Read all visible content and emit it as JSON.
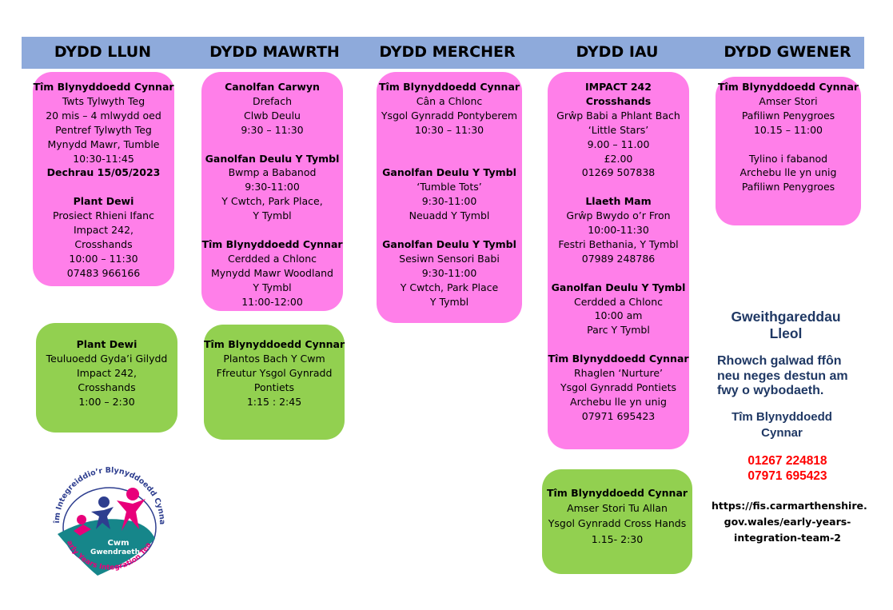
{
  "days": [
    "DYDD LLUN",
    "DYDD MAWRTH",
    "DYDD MERCHER",
    "DYDD IAU",
    "DYDD GWENER"
  ],
  "boxes": {
    "mon_pink": [
      {
        "t": "Tîm Blynyddoedd Cynnar",
        "b": true
      },
      {
        "t": "Twts Tylwyth Teg"
      },
      {
        "t": "20 mis – 4 mlwydd oed"
      },
      {
        "t": "Pentref Tylwyth Teg"
      },
      {
        "t": "Mynydd Mawr, Tumble"
      },
      {
        "t": "10:30-11:45"
      },
      {
        "t": "Dechrau 15/05/2023",
        "b": true
      },
      {
        "t": ""
      },
      {
        "t": "Plant Dewi",
        "b": true
      },
      {
        "t": "Prosiect Rhieni Ifanc"
      },
      {
        "t": "Impact 242,"
      },
      {
        "t": "Crosshands"
      },
      {
        "t": "10:00 – 11:30"
      },
      {
        "t": "07483 966166"
      }
    ],
    "mon_green": [
      {
        "t": "Plant Dewi",
        "b": true
      },
      {
        "t": "Teuluoedd Gyda’i Gilydd"
      },
      {
        "t": "Impact 242,"
      },
      {
        "t": "Crosshands"
      },
      {
        "t": "1:00 – 2:30"
      }
    ],
    "tue_pink": [
      {
        "t": "Canolfan Carwyn",
        "b": true
      },
      {
        "t": "Drefach"
      },
      {
        "t": "Clwb Deulu"
      },
      {
        "t": "9:30 – 11:30"
      },
      {
        "t": ""
      },
      {
        "t": "Ganolfan Deulu Y Tymbl",
        "b": true
      },
      {
        "t": "Bwmp a Babanod"
      },
      {
        "t": "9:30-11:00"
      },
      {
        "t": "Y Cwtch, Park Place,"
      },
      {
        "t": "Y Tymbl"
      },
      {
        "t": ""
      },
      {
        "t": "Tîm Blynyddoedd Cynnar",
        "b": true
      },
      {
        "t": "Cerdded a Chlonc"
      },
      {
        "t": "Mynydd Mawr Woodland"
      },
      {
        "t": "Y Tymbl"
      },
      {
        "t": "11:00-12:00"
      }
    ],
    "tue_green": [
      {
        "t": "Tîm Blynyddoedd Cynnar",
        "b": true
      },
      {
        "t": "Plantos Bach Y Cwm"
      },
      {
        "t": "Ffreutur Ysgol Gynradd"
      },
      {
        "t": "Pontiets"
      },
      {
        "t": "1:15 : 2:45"
      }
    ],
    "wed_pink": [
      {
        "t": "Tîm Blynyddoedd Cynnar",
        "b": true
      },
      {
        "t": "Cân a Chlonc"
      },
      {
        "t": "Ysgol Gynradd Pontyberem"
      },
      {
        "t": "10:30 – 11:30"
      },
      {
        "t": ""
      },
      {
        "t": ""
      },
      {
        "t": "Ganolfan Deulu Y Tymbl",
        "b": true
      },
      {
        "t": "‘Tumble Tots’"
      },
      {
        "t": "9:30-11:00"
      },
      {
        "t": "Neuadd Y Tymbl"
      },
      {
        "t": ""
      },
      {
        "t": "Ganolfan Deulu Y Tymbl",
        "b": true
      },
      {
        "t": "Sesiwn Sensori Babi"
      },
      {
        "t": "9:30-11:00"
      },
      {
        "t": "Y Cwtch, Park Place"
      },
      {
        "t": "Y Tymbl"
      }
    ],
    "thu_pink": [
      {
        "t": "IMPACT 242",
        "b": true
      },
      {
        "t": "Crosshands",
        "b": true
      },
      {
        "t": "Grŵp Babi a Phlant Bach"
      },
      {
        "t": "‘Little Stars’"
      },
      {
        "t": "9.00 – 11.00"
      },
      {
        "t": "£2.00"
      },
      {
        "t": "01269 507838"
      },
      {
        "t": ""
      },
      {
        "t": "Llaeth Mam",
        "b": true
      },
      {
        "t": "Grŵp Bwydo o’r Fron"
      },
      {
        "t": "10:00-11:30"
      },
      {
        "t": "Festri Bethania, Y Tymbl"
      },
      {
        "t": "07989 248786"
      },
      {
        "t": ""
      },
      {
        "t": "Ganolfan Deulu Y Tymbl",
        "b": true
      },
      {
        "t": "Cerdded a Chlonc"
      },
      {
        "t": "10:00 am"
      },
      {
        "t": "Parc Y Tymbl"
      },
      {
        "t": ""
      },
      {
        "t": "Tîm Blynyddoedd Cynnar",
        "b": true
      },
      {
        "t": "Rhaglen ‘Nurture’"
      },
      {
        "t": "Ysgol Gynradd Pontiets"
      },
      {
        "t": "Archebu lle yn unig"
      },
      {
        "t": "07971 695423"
      }
    ],
    "thu_green": [
      {
        "t": "Tîm Blynyddoedd Cynnar",
        "b": true
      },
      {
        "t": "Amser Stori Tu Allan"
      },
      {
        "t": "Ysgol Gynradd Cross Hands"
      },
      {
        "t": "1.15- 2:30"
      }
    ],
    "fri_pink": [
      {
        "t": "Tîm Blynyddoedd Cynnar",
        "b": true
      },
      {
        "t": "Amser Stori"
      },
      {
        "t": "Pafiliwn Penygroes"
      },
      {
        "t": "10.15 – 11:00"
      },
      {
        "t": ""
      },
      {
        "t": "Tylino i fabanod"
      },
      {
        "t": "Archebu lle yn unig"
      },
      {
        "t": "Pafiliwn Penygroes"
      }
    ]
  },
  "side": {
    "heading_1": "Gweithgareddau",
    "heading_2": "Lleol",
    "message_1": "Rhowch galwad ffôn",
    "message_2": "neu neges destun am",
    "message_3": "fwy o wybodaeth.",
    "team_1": "Tîm Blynyddoedd",
    "team_2": "Cynnar",
    "phone_1": "01267 224818",
    "phone_2": "07971 695423",
    "url_1": "https://fis.carmarthenshire.",
    "url_2": "gov.wales/early-years-",
    "url_3": "integration-team-2"
  },
  "logo": {
    "ring_text_top": "Tîm Integreiddio’r Blynyddoedd Cynnar",
    "ring_text_bottom": "Early Years Integration Team",
    "centre_1": "Cwm",
    "centre_2": "Gwendraeth"
  },
  "colors": {
    "header": "#8eaadb",
    "pink": "#ff7fe9",
    "green": "#92d050",
    "navy": "#1f3864",
    "red": "#ff0000"
  }
}
